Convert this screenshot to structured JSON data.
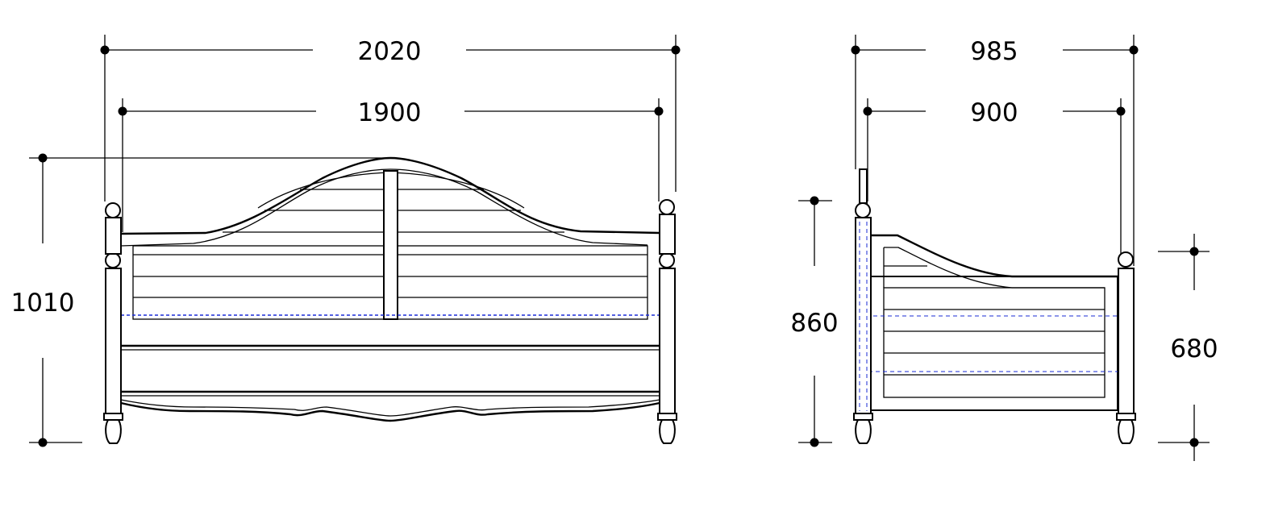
{
  "front_view": {
    "overall_width": "2020",
    "inner_width": "1900",
    "height": "1010"
  },
  "side_view": {
    "overall_depth": "985",
    "inner_depth": "900",
    "headboard_height": "860",
    "footboard_height": "680"
  },
  "colors": {
    "line": "#000000",
    "hidden_line": "#1a2bd6"
  }
}
